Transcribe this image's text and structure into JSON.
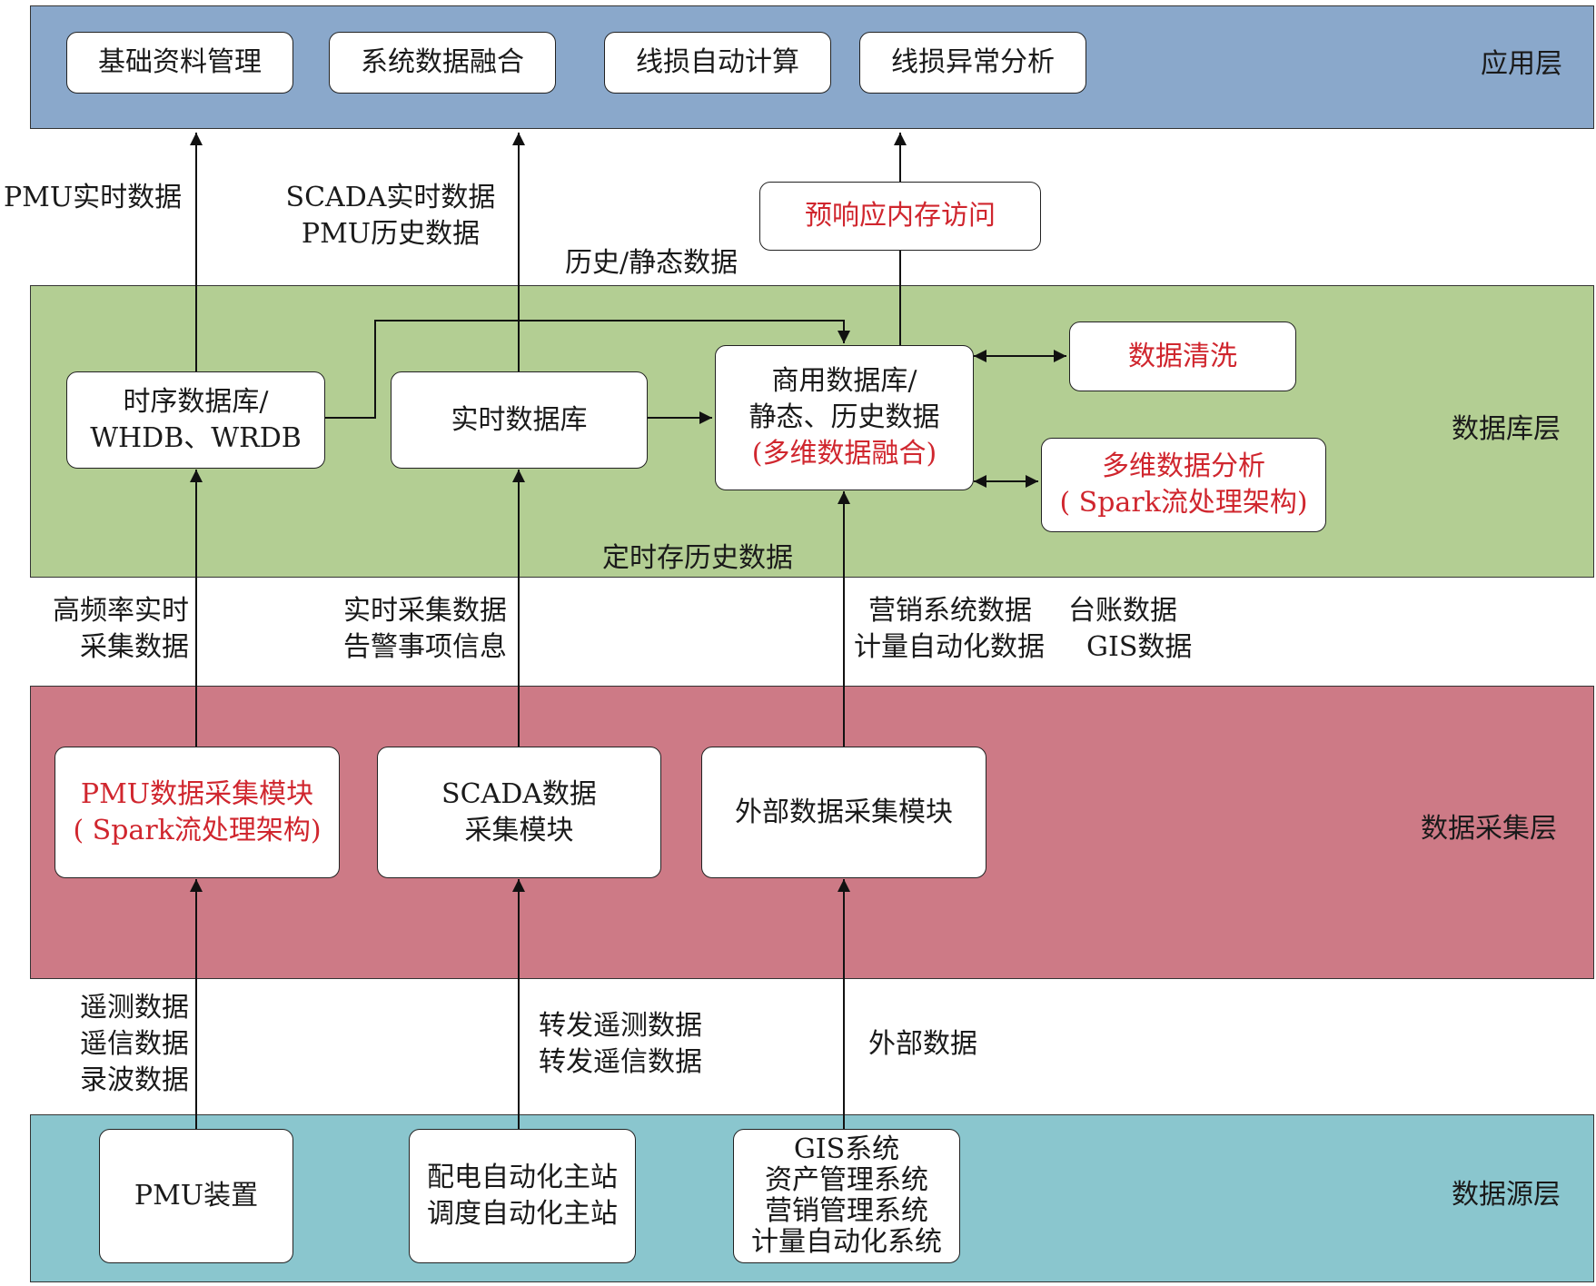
{
  "colors": {
    "application_layer": "#8aa8cb",
    "database_layer": "#b3ce93",
    "collection_layer": "#cd7a86",
    "source_layer": "#8ac6ce",
    "highlight_text": "#d0262e"
  },
  "layers": {
    "application": "应用层",
    "database": "数据库层",
    "collection": "数据采集层",
    "source": "数据源层"
  },
  "app_boxes": [
    "基础资料管理",
    "系统数据融合",
    "线损自动计算",
    "线损异常分析"
  ],
  "memory_access": "预响应内存访问",
  "db": {
    "tsdb": [
      "时序数据库/",
      "WHDB、WRDB"
    ],
    "rtdb": "实时数据库",
    "commercial": [
      "商用数据库/",
      "静态、历史数据"
    ],
    "commercial_fusion": "(多维数据融合)",
    "cleaning": "数据清洗",
    "analysis": [
      "多维数据分析",
      "( Spark流处理架构)"
    ]
  },
  "collect": {
    "pmu": [
      "PMU数据采集模块",
      "( Spark流处理架构)"
    ],
    "scada": [
      "SCADA数据",
      "采集模块"
    ],
    "external": "外部数据采集模块"
  },
  "sources": {
    "pmu": "PMU装置",
    "dist": [
      "配电自动化主站",
      "调度自动化主站"
    ],
    "ext": [
      "GIS系统",
      "资产管理系统",
      "营销管理系统",
      "计量自动化系统"
    ]
  },
  "labels": {
    "pmu_realtime": "PMU实时数据",
    "scada_pmu": [
      "SCADA实时数据",
      "PMU历史数据"
    ],
    "history_static": "历史/静态数据",
    "timed_history": "定时存历史数据",
    "high_freq": [
      "高频率实时",
      "采集数据"
    ],
    "realtime_collect": [
      "实时采集数据",
      "告警事项信息"
    ],
    "marketing": [
      "营销系统数据",
      "台账数据"
    ],
    "metering": [
      "计量自动化数据",
      "GIS数据"
    ],
    "telemetry": [
      "遥测数据",
      "遥信数据",
      "录波数据"
    ],
    "forward": [
      "转发遥测数据",
      "转发遥信数据"
    ],
    "external_data": "外部数据"
  }
}
